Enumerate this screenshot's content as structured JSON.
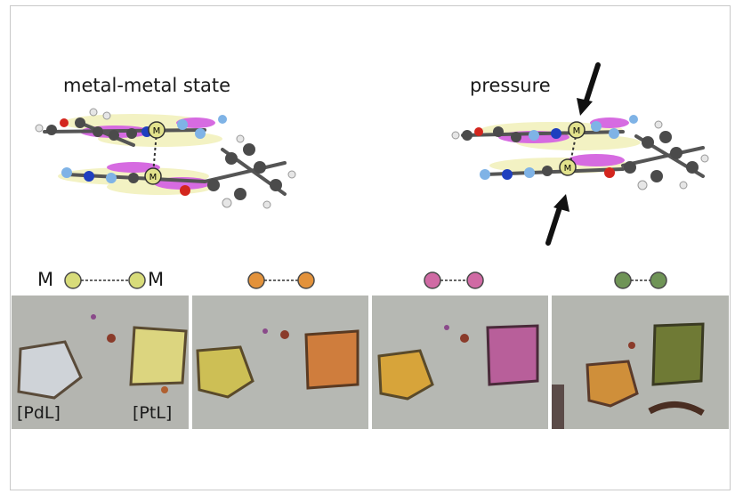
{
  "labels": {
    "left_title": "metal-metal state",
    "right_title": "pressure",
    "metal_letter": "M"
  },
  "dimer_legend": {
    "left_letter": "M",
    "right_letter": "M",
    "colors": [
      "#d8dc7a",
      "#e3923b",
      "#d06aa4",
      "#6f9456"
    ]
  },
  "photos": {
    "panel1_left_label": "[PdL]",
    "panel1_right_label": "[PtL]"
  },
  "colors": {
    "carbon": "#4b4b4b",
    "nitrogen": "#1f3fbf",
    "oxygen": "#d3261e",
    "fluorine": "#7fb3e6",
    "hydrogen": "#e6e6e6",
    "orbital_magenta": "#c93ad7",
    "orbital_yellow": "#f0eeb0",
    "metal": "#e2e28c"
  }
}
